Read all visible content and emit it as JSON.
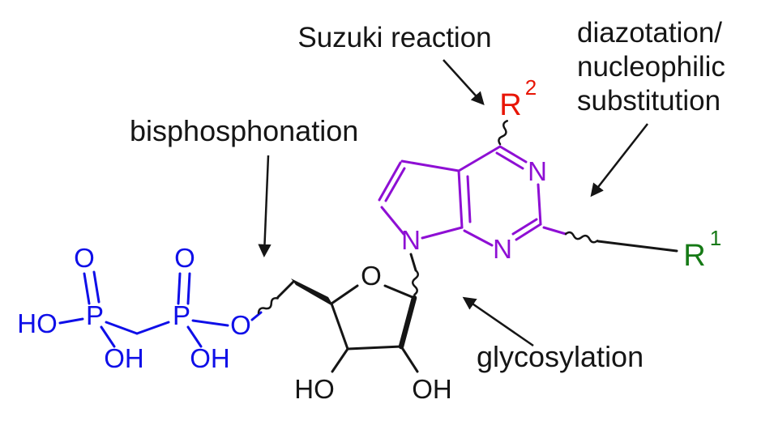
{
  "colors": {
    "phosphonate_blue": "#0f0fe8",
    "base_purple": "#8e0fd4",
    "r2_red": "#e81505",
    "r1_green": "#157915",
    "annotation_black": "#151515",
    "background": "#ffffff"
  },
  "labels": {
    "suzuki": "Suzuki reaction",
    "diazotation_line1": "diazotation/",
    "diazotation_line2": "nucleophilic",
    "diazotation_line3": "substitution",
    "bisphosphonation": "bisphosphonation",
    "glycosylation": "glycosylation"
  },
  "substituents": {
    "r2": {
      "symbol": "R",
      "superscript": "2"
    },
    "r1": {
      "symbol": "R",
      "superscript": "1"
    }
  },
  "atoms": {
    "ho_left": "HO",
    "p1": "P",
    "p1_oxo": "O",
    "p1_oh": "OH",
    "p2": "P",
    "p2_oxo": "O",
    "p2_oh": "OH",
    "bridge_o": "O",
    "ring_o": "O",
    "c3_ho": "HO",
    "c2_oh": "OH",
    "n7": "N",
    "n3": "N",
    "n1": "N"
  }
}
